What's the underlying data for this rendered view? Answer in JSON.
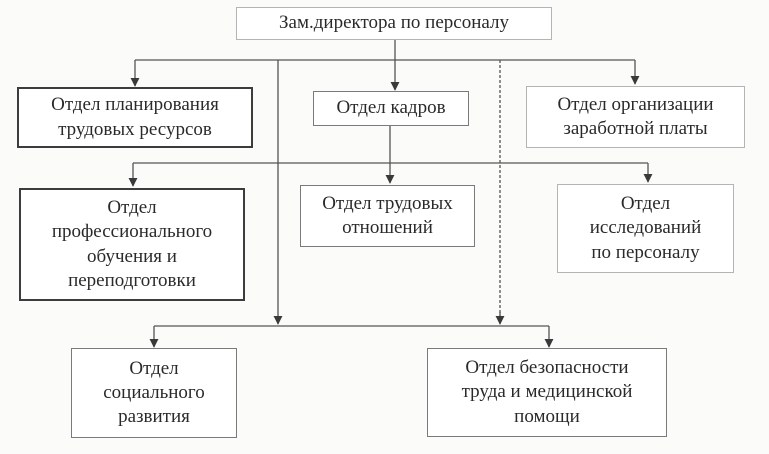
{
  "diagram": {
    "root": "Зам.директора по персоналу",
    "units": {
      "planning": "Отдел планирования\nтрудовых  ресурсов",
      "personnel": "Отдел кадров",
      "wages": "Отдел организации\nзаработной платы",
      "training": "Отдел\nпрофессионального\nобучения и\nпереподготовки",
      "labor_relations": "Отдел трудовых\nотношений",
      "research": "Отдел\nисследований\nпо персоналу",
      "social": "Отдел\nсоциального\nразвития",
      "safety": "Отдел безопасности\nтруда и медицинской\nпомощи"
    }
  }
}
